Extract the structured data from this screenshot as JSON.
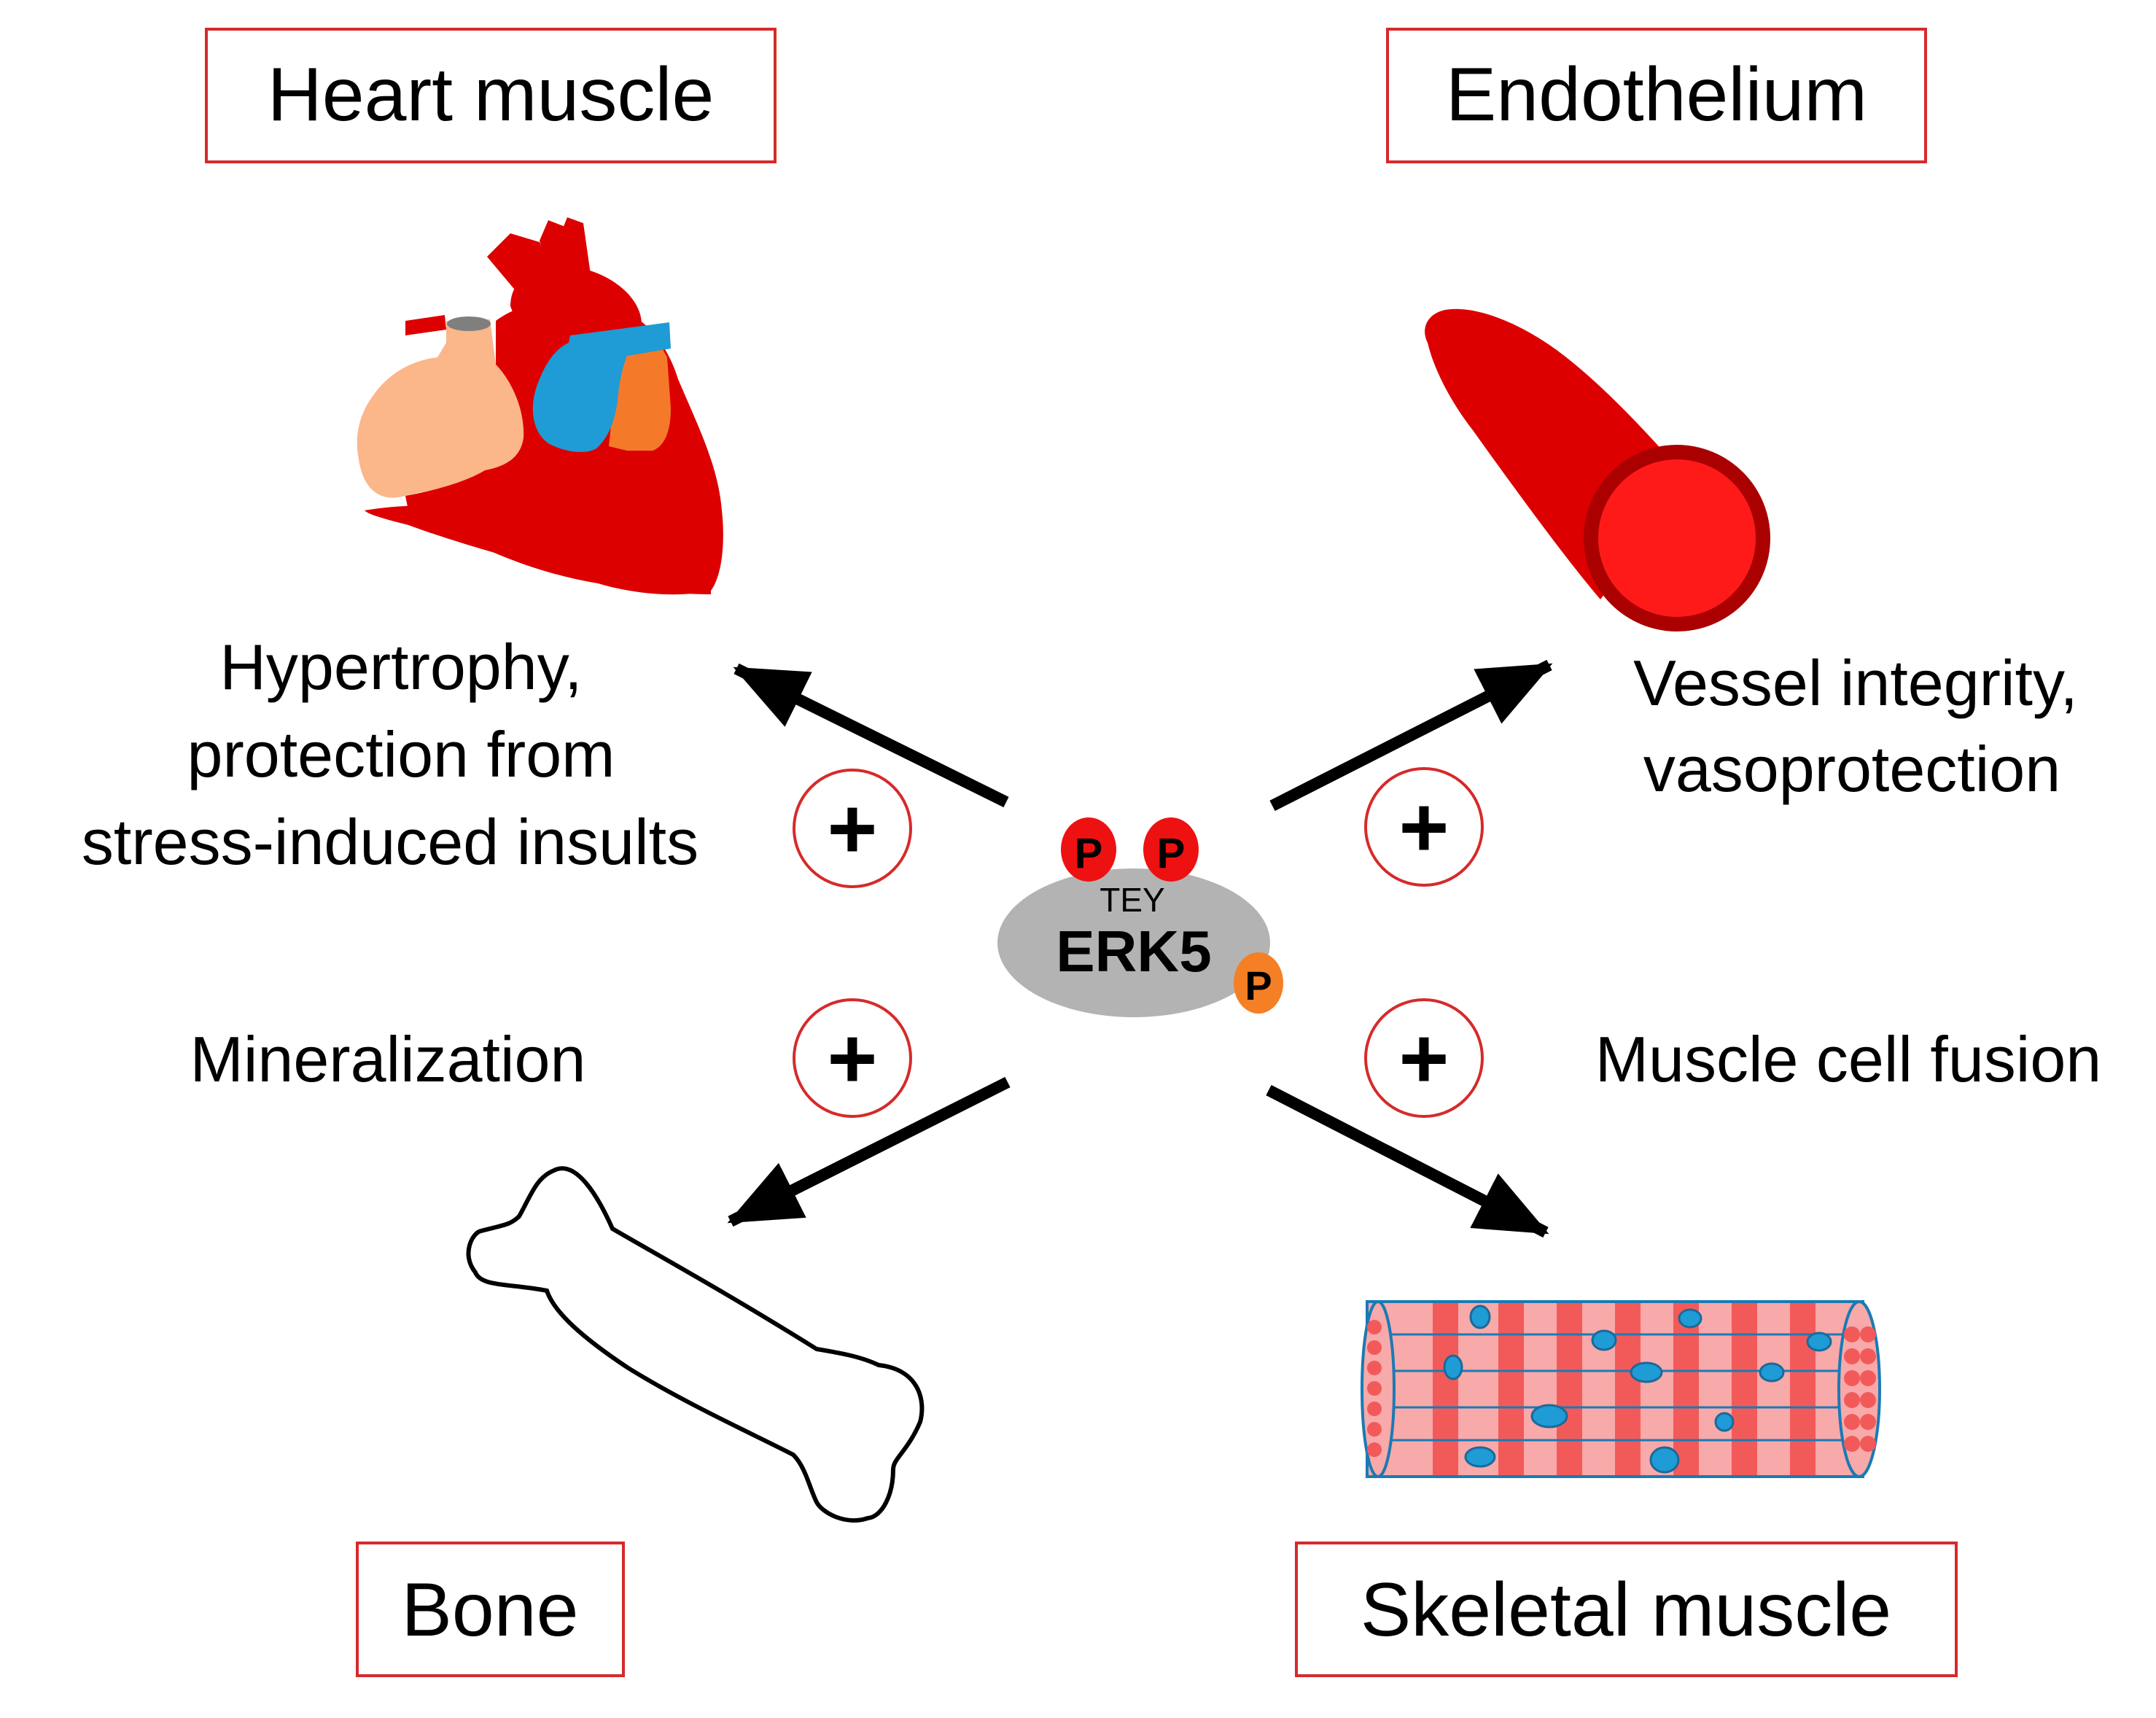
{
  "title": "",
  "colors": {
    "label_box_border": "#d62a2a",
    "arrow": "#000000",
    "erk5_body": "#b3b3b3",
    "phospho_red": "#ee1111",
    "phospho_orange": "#f57f25",
    "heart_red": "#dd0000",
    "heart_beige": "#fbb68a",
    "heart_blue": "#1f9bd6",
    "heart_orange": "#f47a2a",
    "vessel_red": "#dd0000",
    "vessel_inner": "#ff1a1a",
    "muscle_pink": "#f8a9a9",
    "muscle_stripe": "#f25a5a",
    "nucleus_blue": "#1f9bd6"
  },
  "center": {
    "protein": "ERK5",
    "motif": "TEY",
    "phospho_label": "P",
    "icon": "erk5-protein-icon"
  },
  "quadrants": {
    "heart": {
      "label": "Heart muscle",
      "icon": "heart-icon",
      "effect_lines": [
        "Hypertrophy,",
        "protection from",
        "stress-induced insults"
      ],
      "sign": "+"
    },
    "endothelium": {
      "label": "Endothelium",
      "icon": "blood-vessel-icon",
      "effect_lines": [
        "Vessel integrity,",
        "vasoprotection"
      ],
      "sign": "+"
    },
    "bone": {
      "label": "Bone",
      "icon": "bone-icon",
      "effect_lines": [
        "Mineralization"
      ],
      "sign": "+"
    },
    "skeletal": {
      "label": "Skeletal muscle",
      "icon": "muscle-fiber-icon",
      "effect_lines": [
        "Muscle cell fusion"
      ],
      "sign": "+"
    }
  }
}
